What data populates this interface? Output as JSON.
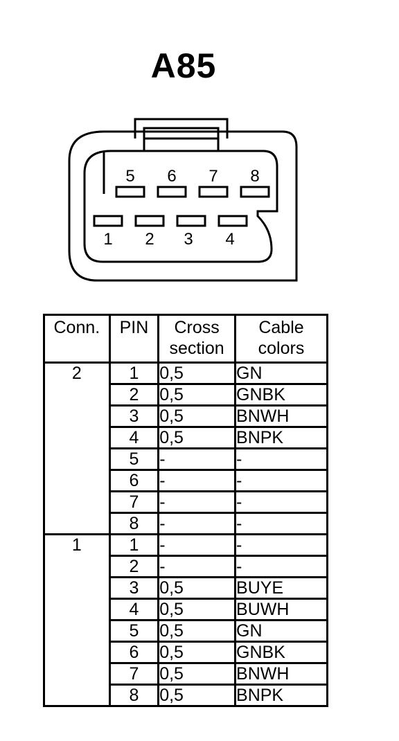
{
  "title": "A85",
  "connector": {
    "top_pins": [
      "5",
      "6",
      "7",
      "8"
    ],
    "bottom_pins": [
      "1",
      "2",
      "3",
      "4"
    ]
  },
  "table": {
    "headers": {
      "conn": "Conn.",
      "pin": "PIN",
      "cross_line1": "Cross",
      "cross_line2": "section",
      "color_line1": "Cable",
      "color_line2": "colors"
    },
    "groups": [
      {
        "conn": "2",
        "rows": [
          {
            "pin": "1",
            "cross": "0,5",
            "color": "GN"
          },
          {
            "pin": "2",
            "cross": "0,5",
            "color": "GNBK"
          },
          {
            "pin": "3",
            "cross": "0,5",
            "color": "BNWH"
          },
          {
            "pin": "4",
            "cross": "0,5",
            "color": "BNPK"
          },
          {
            "pin": "5",
            "cross": "-",
            "color": "-"
          },
          {
            "pin": "6",
            "cross": "-",
            "color": "-"
          },
          {
            "pin": "7",
            "cross": "-",
            "color": "-"
          },
          {
            "pin": "8",
            "cross": "-",
            "color": "-"
          }
        ]
      },
      {
        "conn": "1",
        "rows": [
          {
            "pin": "1",
            "cross": "-",
            "color": "-"
          },
          {
            "pin": "2",
            "cross": "-",
            "color": "-"
          },
          {
            "pin": "3",
            "cross": "0,5",
            "color": "BUYE"
          },
          {
            "pin": "4",
            "cross": "0,5",
            "color": "BUWH"
          },
          {
            "pin": "5",
            "cross": "0,5",
            "color": "GN"
          },
          {
            "pin": "6",
            "cross": "0,5",
            "color": "GNBK"
          },
          {
            "pin": "7",
            "cross": "0,5",
            "color": "BNWH"
          },
          {
            "pin": "8",
            "cross": "0,5",
            "color": "BNPK"
          }
        ]
      }
    ]
  }
}
